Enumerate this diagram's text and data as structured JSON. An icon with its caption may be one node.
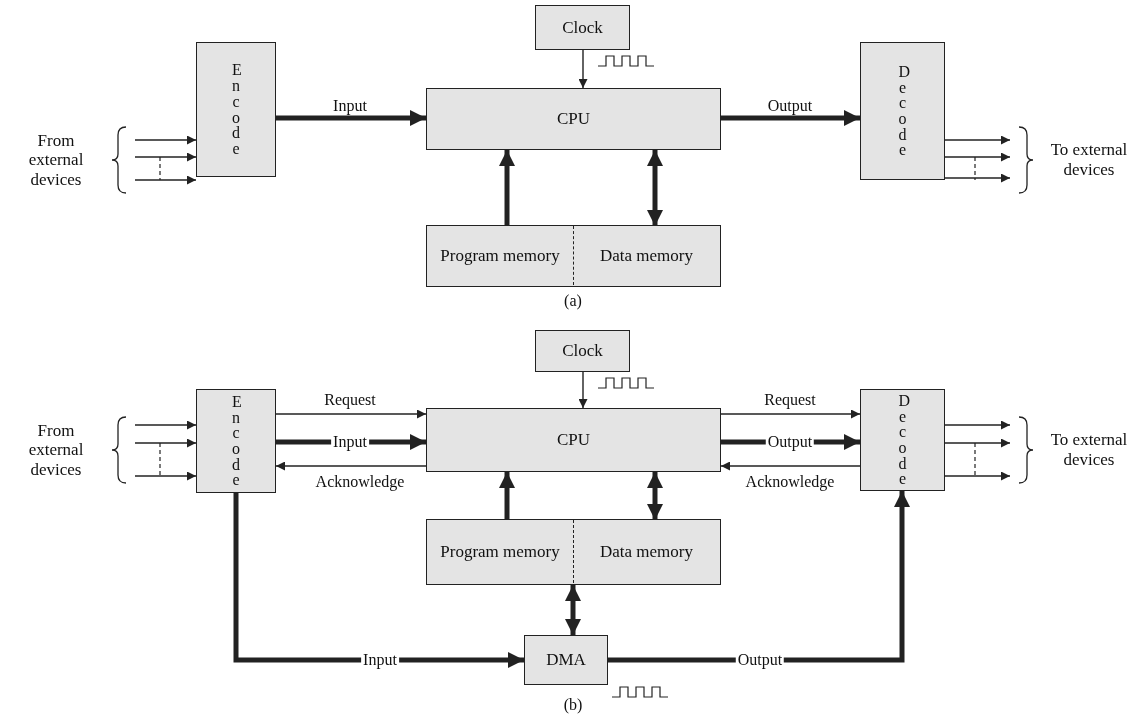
{
  "diagram": {
    "nodes": [
      {
        "text": [
          "From external devices"
        ]
      },
      {
        "text": [
          "Encode"
        ]
      },
      {
        "text": [
          "Clock"
        ]
      },
      {
        "text": [
          "CPU"
        ]
      },
      {
        "text": [
          "Decode"
        ]
      },
      {
        "text": [
          "To external devices"
        ]
      },
      {
        "text": [],
        "shape": "box"
      },
      {
        "text": [
          "Program memory"
        ],
        "in": 6
      },
      {
        "text": [
          "Data memory"
        ],
        "in": 6
      },
      {
        "text": [
          "From external devices"
        ]
      },
      {
        "text": [
          "Encode"
        ]
      },
      {
        "text": [
          "Clock"
        ]
      },
      {
        "text": [
          "CPU"
        ]
      },
      {
        "text": [
          "Decode"
        ]
      },
      {
        "text": [
          "To external devices"
        ]
      },
      {
        "text": [],
        "shape": "box"
      },
      {
        "text": [
          "Program memory"
        ],
        "in": 15
      },
      {
        "text": [
          "Data memory"
        ],
        "in": 15
      },
      {
        "text": [
          "DMA"
        ]
      }
    ],
    "edges": [
      {
        "from": 0,
        "to": 1,
        "arrow": "to"
      },
      {
        "from": 0,
        "to": 1,
        "arrow": "to"
      },
      {
        "from": 0,
        "to": 1,
        "arrow": "to"
      },
      {
        "from": 1,
        "to": 3,
        "arrow": "to",
        "label": "Input",
        "style": "thick"
      },
      {
        "from": 2,
        "to": 3,
        "arrow": "to"
      },
      {
        "from": 3,
        "to": 4,
        "arrow": "to",
        "label": "Output",
        "style": "thick"
      },
      {
        "from": 4,
        "to": 5,
        "arrow": "to"
      },
      {
        "from": 4,
        "to": 5,
        "arrow": "to"
      },
      {
        "from": 4,
        "to": 5,
        "arrow": "to"
      },
      {
        "from": 7,
        "to": 3,
        "arrow": "to",
        "style": "thick"
      },
      {
        "from": 8,
        "to": 3,
        "arrow": "both",
        "style": "thick"
      },
      {
        "from": 9,
        "to": 10,
        "arrow": "to"
      },
      {
        "from": 9,
        "to": 10,
        "arrow": "to"
      },
      {
        "from": 9,
        "to": 10,
        "arrow": "to"
      },
      {
        "from": 10,
        "to": 12,
        "arrow": "to",
        "label": "Request"
      },
      {
        "from": 10,
        "to": 12,
        "arrow": "to",
        "label": "Input",
        "style": "thick"
      },
      {
        "from": 12,
        "to": 10,
        "arrow": "to",
        "label": "Acknowledge"
      },
      {
        "from": 11,
        "to": 12,
        "arrow": "to"
      },
      {
        "from": 12,
        "to": 13,
        "arrow": "to",
        "label": "Request"
      },
      {
        "from": 12,
        "to": 13,
        "arrow": "to",
        "label": "Output",
        "style": "thick"
      },
      {
        "from": 13,
        "to": 12,
        "arrow": "to",
        "label": "Acknowledge"
      },
      {
        "from": 13,
        "to": 14,
        "arrow": "to"
      },
      {
        "from": 13,
        "to": 14,
        "arrow": "to"
      },
      {
        "from": 13,
        "to": 14,
        "arrow": "to"
      },
      {
        "from": 16,
        "to": 12,
        "arrow": "to",
        "style": "thick"
      },
      {
        "from": 17,
        "to": 12,
        "arrow": "both",
        "style": "thick"
      },
      {
        "from": 15,
        "to": 18,
        "arrow": "both",
        "style": "thick"
      },
      {
        "from": 10,
        "to": 18,
        "arrow": "to",
        "label": "Input",
        "style": "thick"
      },
      {
        "from": 18,
        "to": 13,
        "arrow": "to",
        "label": "Output",
        "style": "thick"
      }
    ],
    "labels": [
      "(a)",
      "(b)"
    ]
  }
}
